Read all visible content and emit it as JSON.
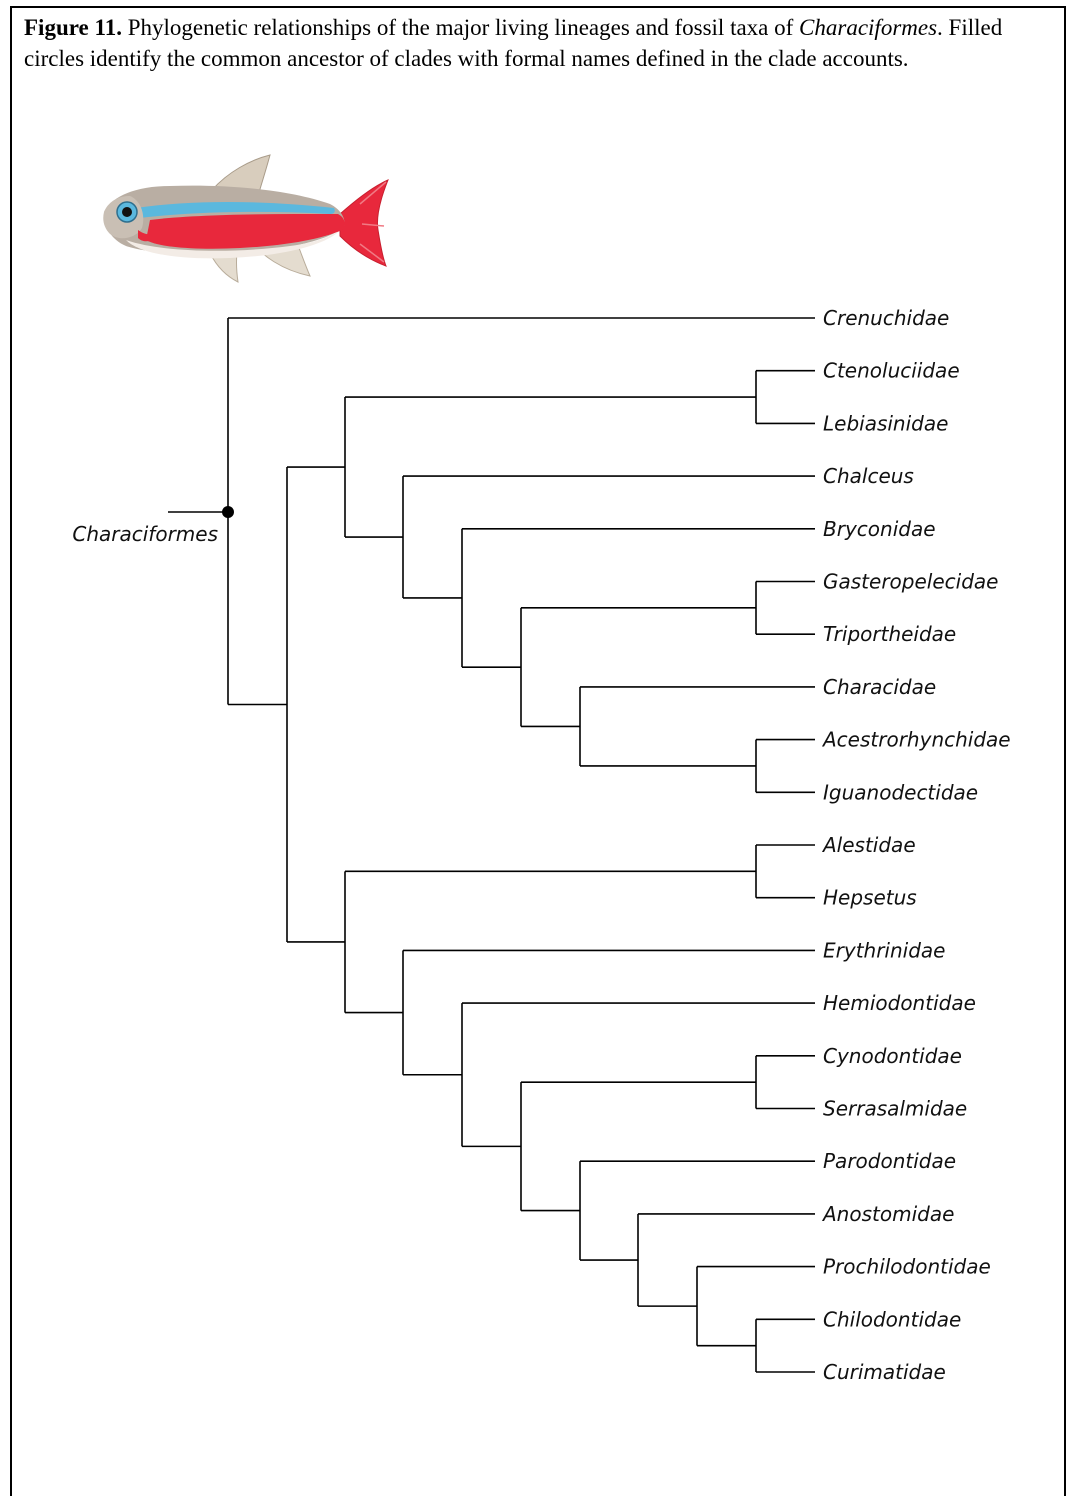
{
  "caption": {
    "label": "Figure 11.",
    "text_before": " Phylogenetic relationships of the major living lineages and fossil taxa of ",
    "italic_term": "Characiformes",
    "text_after": ". Filled circles identify the common ancestor of clades with formal names defined in the clade accounts."
  },
  "fish_illustration": {
    "name": "tetra-fish-illustration",
    "colors": {
      "body_red": "#e8283c",
      "stripe_blue": "#5bb8de",
      "back_gray": "#b9aea3",
      "fin": "#d8cdbd",
      "belly": "#f3ece6"
    }
  },
  "tree": {
    "root_label": "Characiformes",
    "taxa": [
      "Crenuchidae",
      "Ctenoluciidae",
      "Lebiasinidae",
      "Chalceus",
      "Bryconidae",
      "Gasteropelecidae",
      "Triportheidae",
      "Characidae",
      "Acestrorhynchidae",
      "Iguanodectidae",
      "Alestidae",
      "Hepsetus",
      "Erythrinidae",
      "Hemiodontidae",
      "Cynodontidae",
      "Serrasalmidae",
      "Parodontidae",
      "Anostomidae",
      "Prochilodontidae",
      "Chilodontidae",
      "Curimatidae"
    ],
    "newick": "(Crenuchidae,(((Ctenoluciidae,Lebiasinidae),(Chalceus,(Bryconidae,((Gasteropelecidae,Triportheidae),(Characidae,(Acestrorhynchidae,Iguanodectidae)))))),((Alestidae,Hepsetus),(Erythrinidae,(Hemiodontidae,((Cynodontidae,Serrasalmidae),(Parodontidae,(Anostomidae,(Prochilodontidae,(Chilodontidae,Curimatidae))))))))))"
  }
}
